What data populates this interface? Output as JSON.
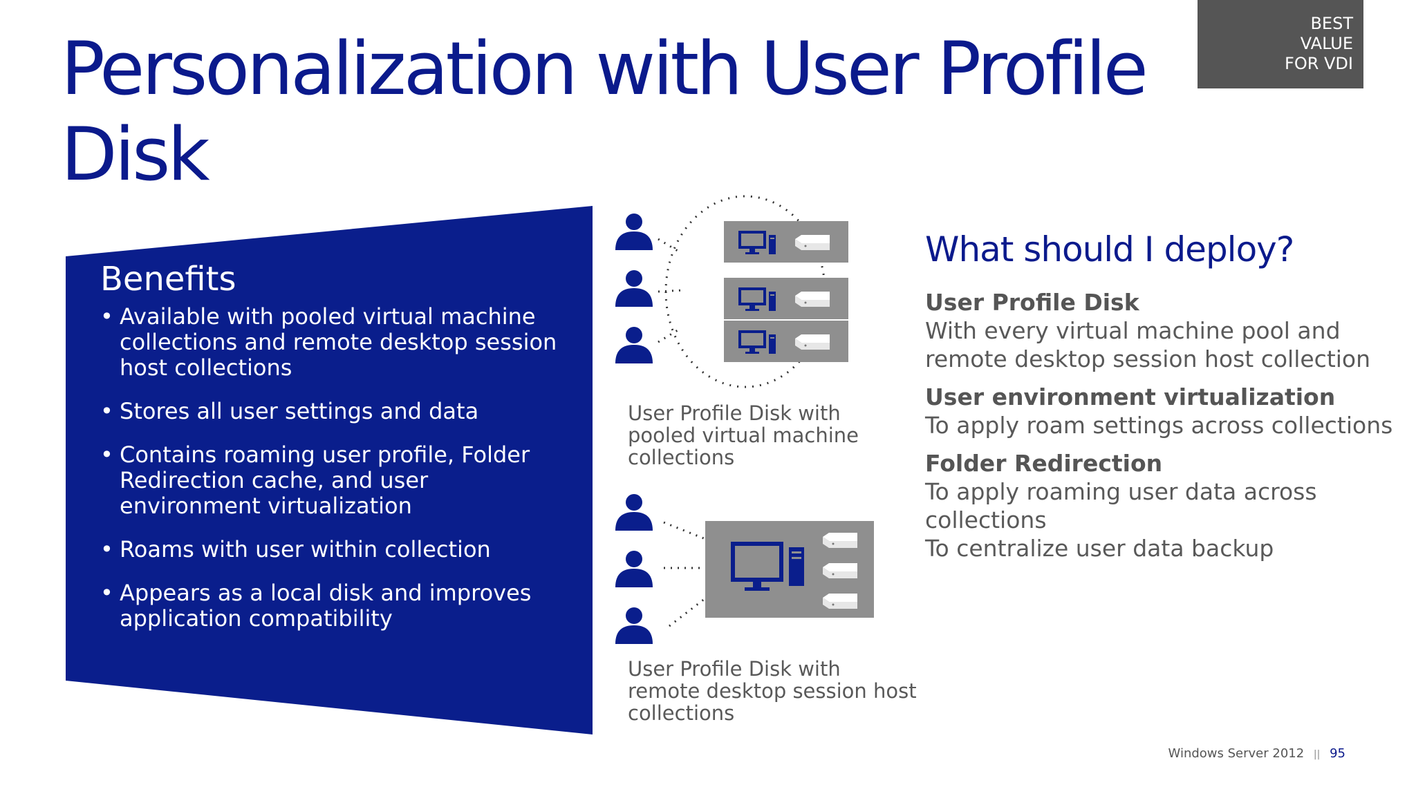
{
  "slide": {
    "title_line1": "Personalization with User Profile",
    "title_line2": "Disk",
    "badge": [
      "BEST",
      "VALUE",
      "FOR VDI"
    ]
  },
  "benefits": {
    "heading": "Benefits",
    "items": [
      "Available with pooled virtual machine collections and remote desktop session host collections",
      "Stores all user settings and data",
      "Contains roaming user profile, Folder Redirection cache, and user environment virtualization",
      "Roams with user within collection",
      "Appears as a local disk and improves application compatibility"
    ]
  },
  "diagram": {
    "pooled_caption": [
      "User Profile Disk with",
      "pooled virtual machine",
      "collections"
    ],
    "rdsh_caption": [
      "User Profile Disk with",
      "remote desktop session host",
      "collections"
    ],
    "user_icon": "user-icon",
    "monitor_icon": "monitor-icon",
    "disk_icon": "disk-drive-icon"
  },
  "deploy": {
    "heading": "What should I deploy?",
    "items": [
      {
        "head": "User Profile Disk",
        "lines": [
          "With every virtual machine pool and",
          "remote desktop session host collection"
        ]
      },
      {
        "head": "User environment virtualization",
        "lines": [
          "To apply roam settings across collections"
        ]
      },
      {
        "head": "Folder Redirection",
        "lines": [
          "To apply roaming user data across",
          "collections",
          "To centralize user data backup"
        ]
      }
    ]
  },
  "footer": {
    "product": "Windows Server 2012",
    "separator": "||",
    "page": "95"
  },
  "colors": {
    "title_blue": "#0b1a8c",
    "panel_blue": "#0a1e8c",
    "user_blue": "#0a1e8c",
    "server_gray": "#8f8f8f",
    "badge_gray": "#555555"
  }
}
